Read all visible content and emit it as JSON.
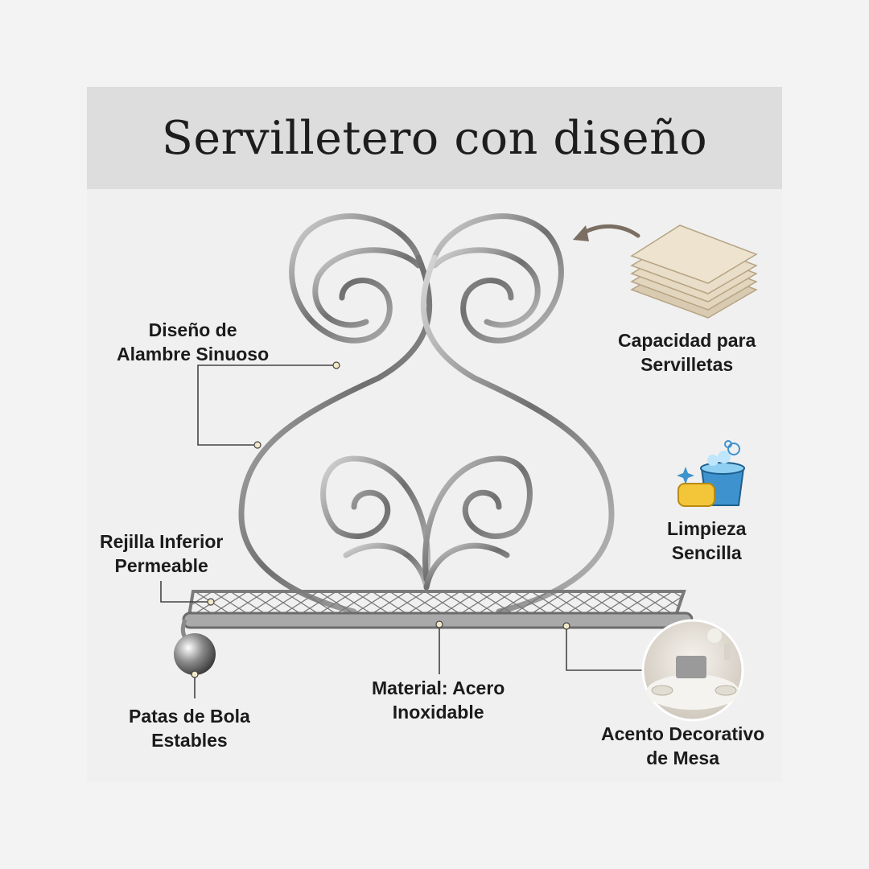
{
  "title": "Servilletero con diseño",
  "colors": {
    "title_bar": "#dddddd",
    "card": "#f0f0f0",
    "page": "#f3f3f3",
    "chrome": "#8a8a8a",
    "text": "#1b1b1b"
  },
  "labels": {
    "wire_design": [
      "Diseño de",
      "Alambre Sinuoso"
    ],
    "napkin_capacity": [
      "Capacidad para",
      "Servilletas"
    ],
    "easy_cleaning": [
      "Limpieza",
      "Sencilla"
    ],
    "bottom_grid": [
      "Rejilla Inferior",
      "Permeable"
    ],
    "ball_feet": [
      "Patas de Bola",
      "Estables"
    ],
    "material": [
      "Material: Acero",
      "Inoxidable"
    ],
    "decorative_accent": [
      "Acento Decorativo",
      "de Mesa"
    ]
  },
  "icons": [
    "napkin-stack-icon",
    "curved-arrow-icon",
    "cleaning-bucket-icon",
    "sponge-icon",
    "sparkle-icon",
    "table-setting-photo"
  ]
}
